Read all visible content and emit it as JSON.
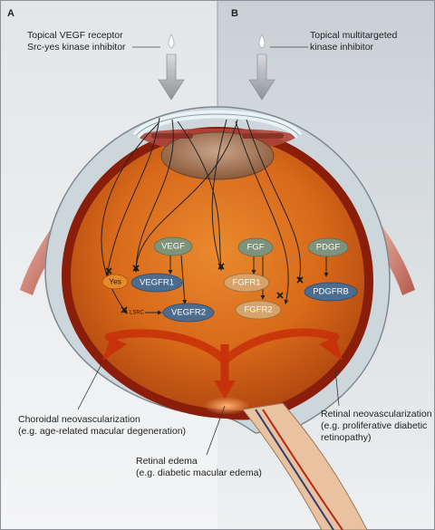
{
  "panels": {
    "a": "A",
    "b": "B"
  },
  "labels": {
    "top_left_1": "Topical VEGF receptor",
    "top_left_2": "Src-yes kinase inhibitor",
    "top_right_1": "Topical multitargeted",
    "top_right_2": "kinase inhibitor",
    "choroidal_1": "Choroidal neovascularization",
    "choroidal_2": "(e.g. age-related macular degeneration)",
    "edema_1": "Retinal edema",
    "edema_2": "(e.g. diabetic macular edema)",
    "retinal_1": "Retinal neovascularization",
    "retinal_2": "(e.g. proliferative diabetic",
    "retinal_3": "retinopathy)"
  },
  "nodes": {
    "vegf": "VEGF",
    "fgf": "FGF",
    "pdgf": "PDGF",
    "yes": "Yes",
    "vegfr1": "VEGFR1",
    "fgfr1": "FGFR1",
    "pdgfrb": "PDGFRB",
    "lsrc": "LSRC",
    "vegfr2": "VEGFR2",
    "fgfr2": "FGFR2"
  },
  "colors": {
    "green_node": "#7f927a",
    "blue_node": "#4d6d90",
    "tan_node": "#d6a36a",
    "orange_node": "#e88a2a",
    "retina_inner": "#d9731e",
    "retina_outer": "#8a1e0a"
  }
}
